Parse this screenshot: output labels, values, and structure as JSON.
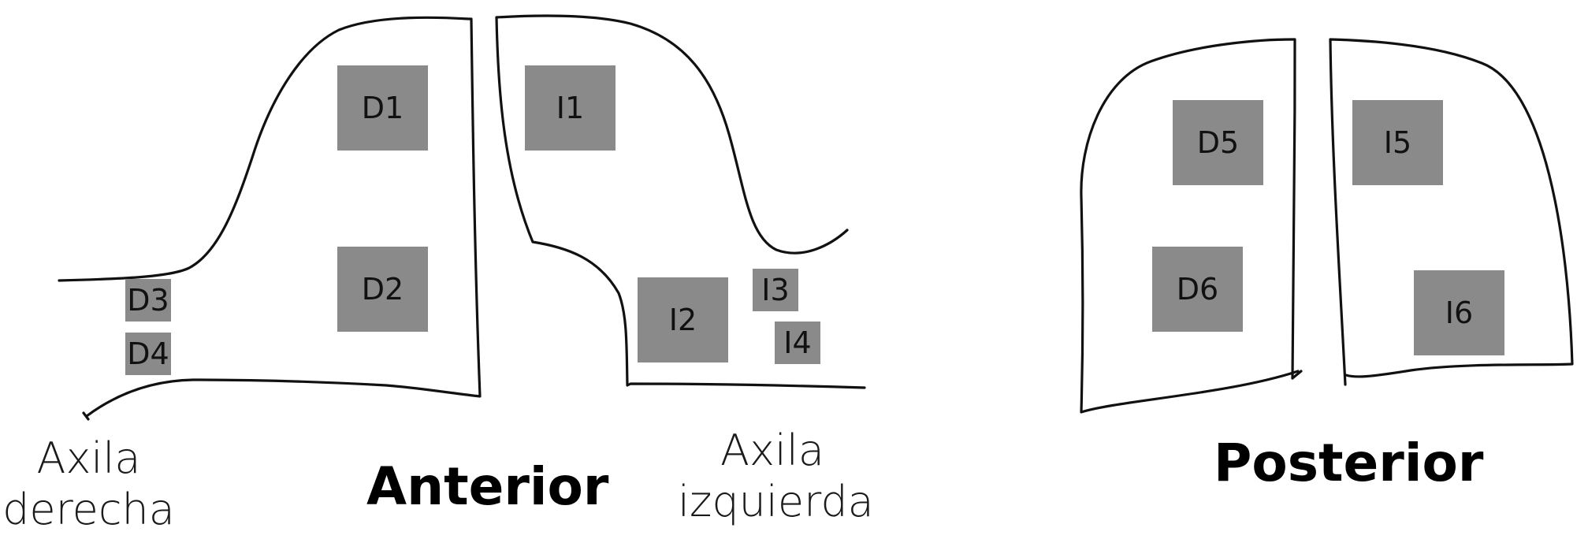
{
  "views": {
    "anterior_title": "Anterior",
    "posterior_title": "Posterior"
  },
  "axilla_labels": {
    "right_line1": "Axila",
    "right_line2": "derecha",
    "left_line1": "Axila",
    "left_line2": "izquierda"
  },
  "zones": {
    "d1": "D1",
    "d2": "D2",
    "d3": "D3",
    "d4": "D4",
    "d5": "D5",
    "d6": "D6",
    "i1": "I1",
    "i2": "I2",
    "i3": "I3",
    "i4": "I4",
    "i5": "I5",
    "i6": "I6"
  },
  "colors": {
    "zone_fill": "#8a8a8a",
    "outline": "#111111",
    "text": "#000000"
  }
}
